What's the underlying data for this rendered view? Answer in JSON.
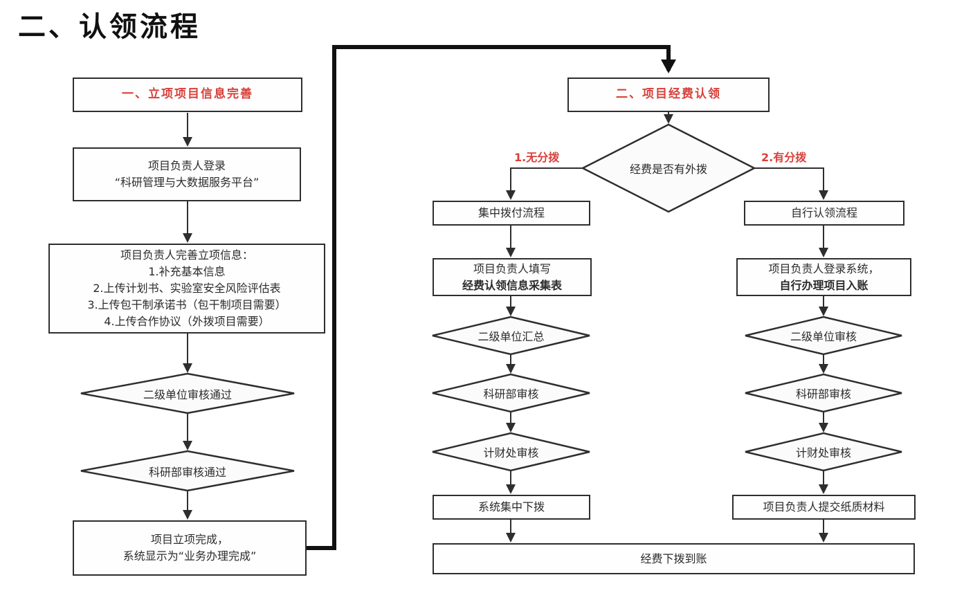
{
  "title": "二、认领流程",
  "colors": {
    "accent_red": "#d8403a",
    "line_dark": "#2e2e2e",
    "thick_line": "#111111",
    "diamond_fill": "#fbfbfb"
  },
  "left": {
    "header": "一、立项项目信息完善",
    "login": {
      "l1": "项目负责人登录",
      "l2": "“科研管理与大数据服务平台”"
    },
    "complete": {
      "l1": "项目负责人完善立项信息：",
      "l2": "1.补充基本信息",
      "l3": "2.上传计划书、实验室安全风险评估表",
      "l4": "3.上传包干制承诺书（包干制项目需要）",
      "l5": "4.上传合作协议（外拨项目需要）"
    },
    "review1": "二级单位审核通过",
    "review2": "科研部审核通过",
    "done": {
      "l1": "项目立项完成，",
      "l2": "系统显示为“业务办理完成”"
    }
  },
  "claim": {
    "header": "二、项目经费认领",
    "decision": "经费是否有外拨",
    "branch_no": "1.无分拨",
    "branch_yes": "2.有分拨"
  },
  "central": {
    "start": "集中拨付流程",
    "fill": {
      "l1": "项目负责人填写",
      "l2": "经费认领信息采集表"
    },
    "review1": "二级单位汇总",
    "review2": "科研部审核",
    "review3": "计财处审核",
    "dispatch": "系统集中下拨"
  },
  "self": {
    "start": "自行认领流程",
    "login": {
      "l1": "项目负责人登录系统，",
      "l2": "自行办理项目入账"
    },
    "review1": "二级单位审核",
    "review2": "科研部审核",
    "review3": "计财处审核",
    "submit": "项目负责人提交纸质材料"
  },
  "final": "经费下拨到账"
}
